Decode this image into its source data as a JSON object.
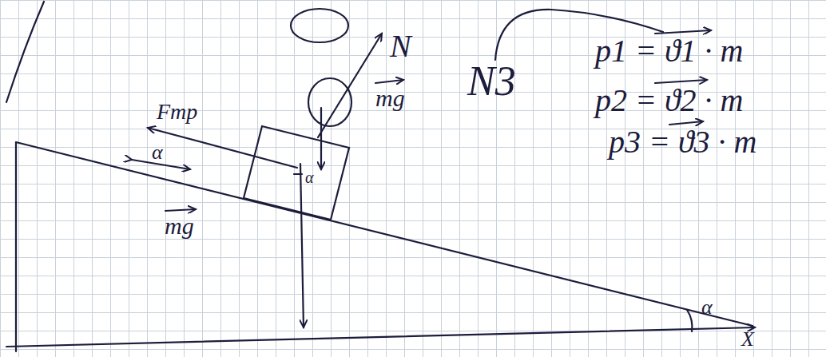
{
  "diagram": {
    "labels": [
      "Fтр",
      "mg",
      "N",
      "N3",
      "α",
      "α",
      "mg",
      "α",
      "X",
      "p1 = ϑ1 · m",
      "p2 = ϑ2 · m",
      "p3 = ϑ3 · m"
    ]
  }
}
